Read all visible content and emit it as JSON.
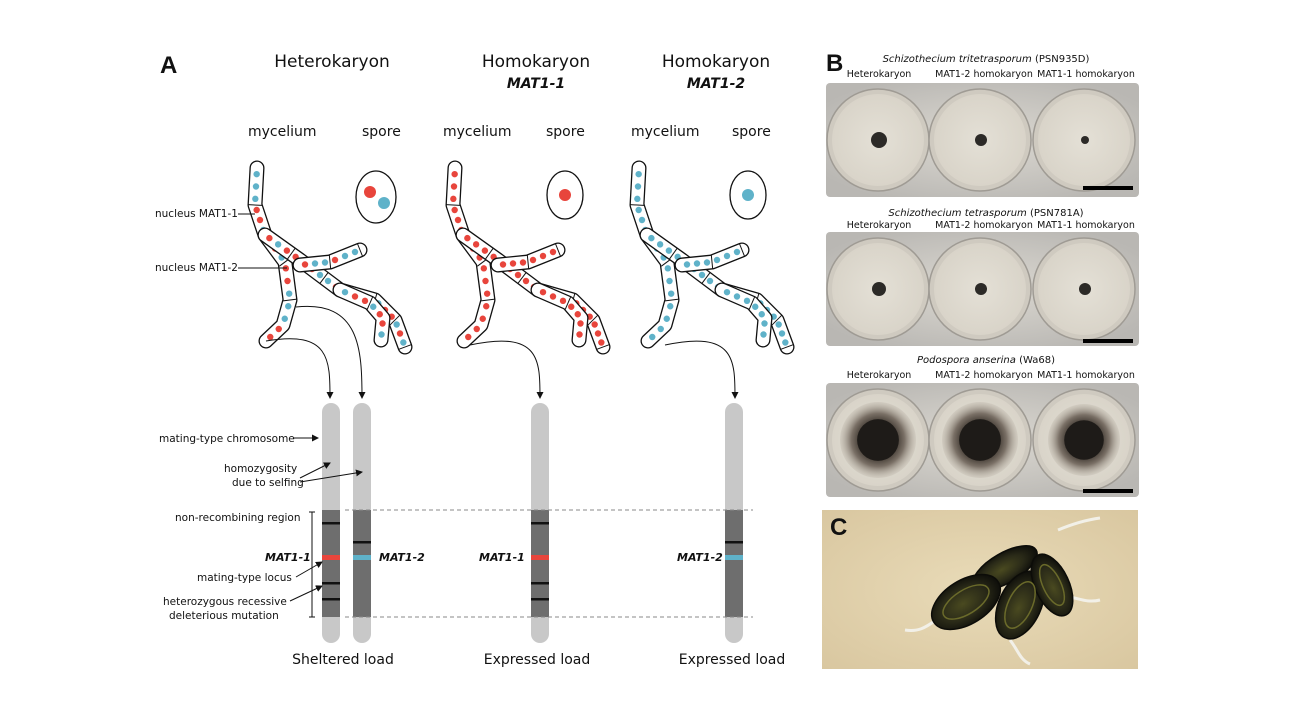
{
  "panelA": {
    "letter": "A",
    "columns": [
      {
        "title": "Heterokaryon",
        "subtitle": "",
        "mycelium": "mycelium",
        "spore": "spore",
        "load": "Sheltered load"
      },
      {
        "title": "Homokaryon",
        "subtitle": "MAT1-1",
        "mycelium": "mycelium",
        "spore": "spore",
        "load": "Expressed load"
      },
      {
        "title": "Homokaryon",
        "subtitle": "MAT1-2",
        "mycelium": "mycelium",
        "spore": "spore",
        "load": "Expressed load"
      }
    ],
    "annotations": {
      "nucleus_mat11": "nucleus MAT1-1",
      "nucleus_mat12": "nucleus MAT1-2",
      "chromosome": "mating-type chromosome",
      "homozygosity_1": "homozygosity",
      "homozygosity_2": "due to selfing",
      "nonrecombining": "non-recombining region",
      "mating_locus": "mating-type locus",
      "deleterious_1": "heterozygous recessive",
      "deleterious_2": "deleterious mutation"
    },
    "genes": {
      "mat11": "MAT1-1",
      "mat12": "MAT1-2"
    },
    "colors": {
      "mat11": "#e8453c",
      "mat12": "#5fb2c9",
      "chrom_light": "#c8c8c8",
      "chrom_dark": "#6e6e6e"
    }
  },
  "panelB": {
    "letter": "B",
    "rows": [
      {
        "species": "Schizothecium tritetrasporum",
        "strain": " (PSN935D)",
        "labels": [
          "Heterokaryon",
          "MAT1-2 homokaryon",
          "MAT1-1 homokaryon"
        ]
      },
      {
        "species": "Schizothecium tetrasporum",
        "strain": " (PSN781A)",
        "labels": [
          "Heterokaryon",
          "MAT1-2 homokaryon",
          "MAT1-1 homokaryon"
        ]
      },
      {
        "species": "Podospora anserina",
        "strain": " (Wa68)",
        "labels": [
          "Heterokaryon",
          "MAT1-2 homokaryon",
          "MAT1-1 homokaryon"
        ]
      }
    ]
  },
  "panelC": {
    "letter": "C"
  }
}
